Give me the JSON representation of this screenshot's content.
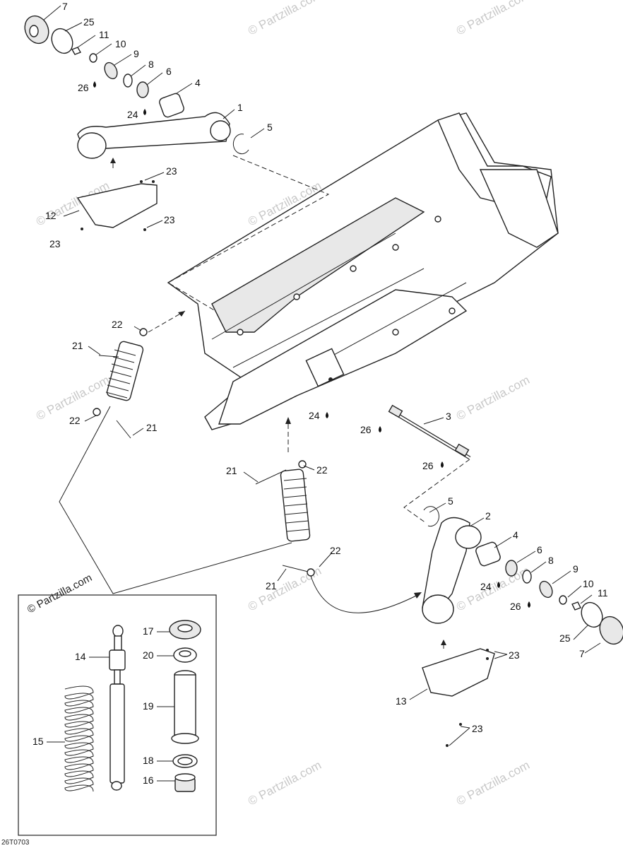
{
  "callouts": {
    "c1": "1",
    "c2": "2",
    "c3": "3",
    "c4a": "4",
    "c4b": "4",
    "c5a": "5",
    "c5b": "5",
    "c6a": "6",
    "c6b": "6",
    "c7a": "7",
    "c7b": "7",
    "c8a": "8",
    "c8b": "8",
    "c9a": "9",
    "c9b": "9",
    "c10a": "10",
    "c10b": "10",
    "c11a": "11",
    "c11b": "11",
    "c12": "12",
    "c13": "13",
    "c14": "14",
    "c15": "15",
    "c16": "16",
    "c17": "17",
    "c18": "18",
    "c19": "19",
    "c20": "20",
    "c21a": "21",
    "c21b": "21",
    "c21c": "21",
    "c21d": "21",
    "c22a": "22",
    "c22b": "22",
    "c22c": "22",
    "c22d": "22",
    "c23a": "23",
    "c23b": "23",
    "c23c": "23",
    "c23d": "23",
    "c23e": "23",
    "c24a": "24",
    "c24b": "24",
    "c24c": "24",
    "c25a": "25",
    "c25b": "25",
    "c26a": "26",
    "c26b": "26",
    "c26c": "26",
    "c26d": "26"
  },
  "watermark": "© Partzilla.com",
  "inset_watermark": "© Partzilla.com",
  "footer_code": "26T0703"
}
